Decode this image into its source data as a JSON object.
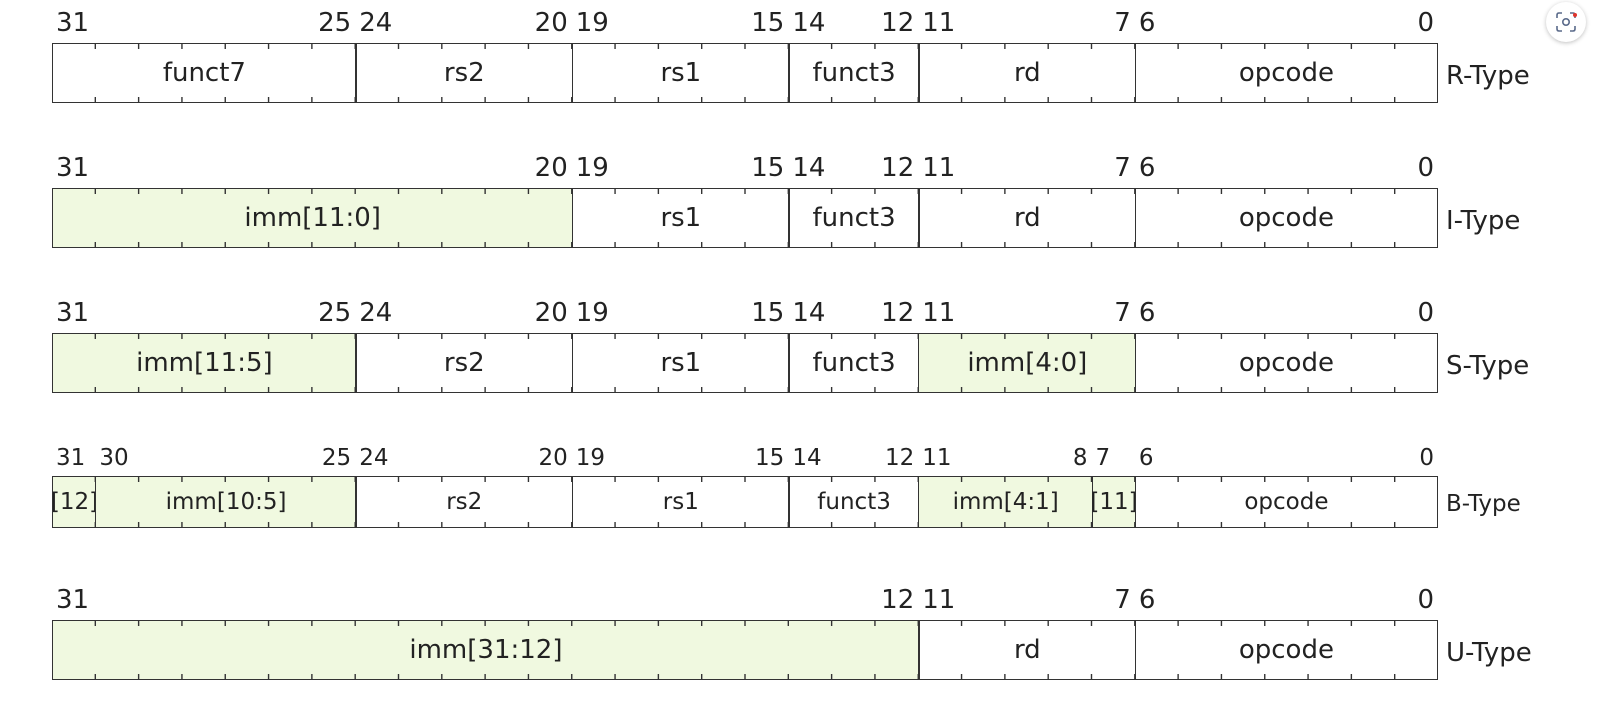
{
  "formats": [
    {
      "type": "R-Type",
      "small": false,
      "fields": [
        {
          "hi": 31,
          "lo": 25,
          "label": "funct7",
          "imm": false
        },
        {
          "hi": 24,
          "lo": 20,
          "label": "rs2",
          "imm": false
        },
        {
          "hi": 19,
          "lo": 15,
          "label": "rs1",
          "imm": false
        },
        {
          "hi": 14,
          "lo": 12,
          "label": "funct3",
          "imm": false
        },
        {
          "hi": 11,
          "lo": 7,
          "label": "rd",
          "imm": false
        },
        {
          "hi": 6,
          "lo": 0,
          "label": "opcode",
          "imm": false
        }
      ],
      "bit_labels": [
        "31",
        "25",
        "24",
        "20",
        "19",
        "15",
        "14",
        "12",
        "11",
        "7",
        "6",
        "0"
      ]
    },
    {
      "type": "I-Type",
      "small": false,
      "fields": [
        {
          "hi": 31,
          "lo": 20,
          "label": "imm[11:0]",
          "imm": true
        },
        {
          "hi": 19,
          "lo": 15,
          "label": "rs1",
          "imm": false
        },
        {
          "hi": 14,
          "lo": 12,
          "label": "funct3",
          "imm": false
        },
        {
          "hi": 11,
          "lo": 7,
          "label": "rd",
          "imm": false
        },
        {
          "hi": 6,
          "lo": 0,
          "label": "opcode",
          "imm": false
        }
      ],
      "bit_labels": [
        "31",
        "20",
        "19",
        "15",
        "14",
        "12",
        "11",
        "7",
        "6",
        "0"
      ]
    },
    {
      "type": "S-Type",
      "small": false,
      "fields": [
        {
          "hi": 31,
          "lo": 25,
          "label": "imm[11:5]",
          "imm": true
        },
        {
          "hi": 24,
          "lo": 20,
          "label": "rs2",
          "imm": false
        },
        {
          "hi": 19,
          "lo": 15,
          "label": "rs1",
          "imm": false
        },
        {
          "hi": 14,
          "lo": 12,
          "label": "funct3",
          "imm": false
        },
        {
          "hi": 11,
          "lo": 7,
          "label": "imm[4:0]",
          "imm": true
        },
        {
          "hi": 6,
          "lo": 0,
          "label": "opcode",
          "imm": false
        }
      ],
      "bit_labels": [
        "31",
        "25",
        "24",
        "20",
        "19",
        "15",
        "14",
        "12",
        "11",
        "7",
        "6",
        "0"
      ]
    },
    {
      "type": "B-Type",
      "small": true,
      "fields": [
        {
          "hi": 31,
          "lo": 31,
          "label": "[12]",
          "imm": true
        },
        {
          "hi": 30,
          "lo": 25,
          "label": "imm[10:5]",
          "imm": true
        },
        {
          "hi": 24,
          "lo": 20,
          "label": "rs2",
          "imm": false
        },
        {
          "hi": 19,
          "lo": 15,
          "label": "rs1",
          "imm": false
        },
        {
          "hi": 14,
          "lo": 12,
          "label": "funct3",
          "imm": false
        },
        {
          "hi": 11,
          "lo": 8,
          "label": "imm[4:1]",
          "imm": true
        },
        {
          "hi": 7,
          "lo": 7,
          "label": "[11]",
          "imm": true
        },
        {
          "hi": 6,
          "lo": 0,
          "label": "opcode",
          "imm": false
        }
      ],
      "bit_labels": [
        "31",
        "30",
        "25",
        "24",
        "20",
        "19",
        "15",
        "14",
        "12",
        "11",
        "8",
        "7",
        "6",
        "0"
      ]
    },
    {
      "type": "U-Type",
      "small": false,
      "fields": [
        {
          "hi": 31,
          "lo": 12,
          "label": "imm[31:12]",
          "imm": true
        },
        {
          "hi": 11,
          "lo": 7,
          "label": "rd",
          "imm": false
        },
        {
          "hi": 6,
          "lo": 0,
          "label": "opcode",
          "imm": false
        }
      ],
      "bit_labels": [
        "31",
        "12",
        "11",
        "7",
        "6",
        "0"
      ]
    }
  ],
  "colors": {
    "imm_fill": "#f0f9e0",
    "border": "#333333",
    "text": "#222222"
  },
  "icons": {
    "top_right": "screenshot-capture-icon"
  }
}
